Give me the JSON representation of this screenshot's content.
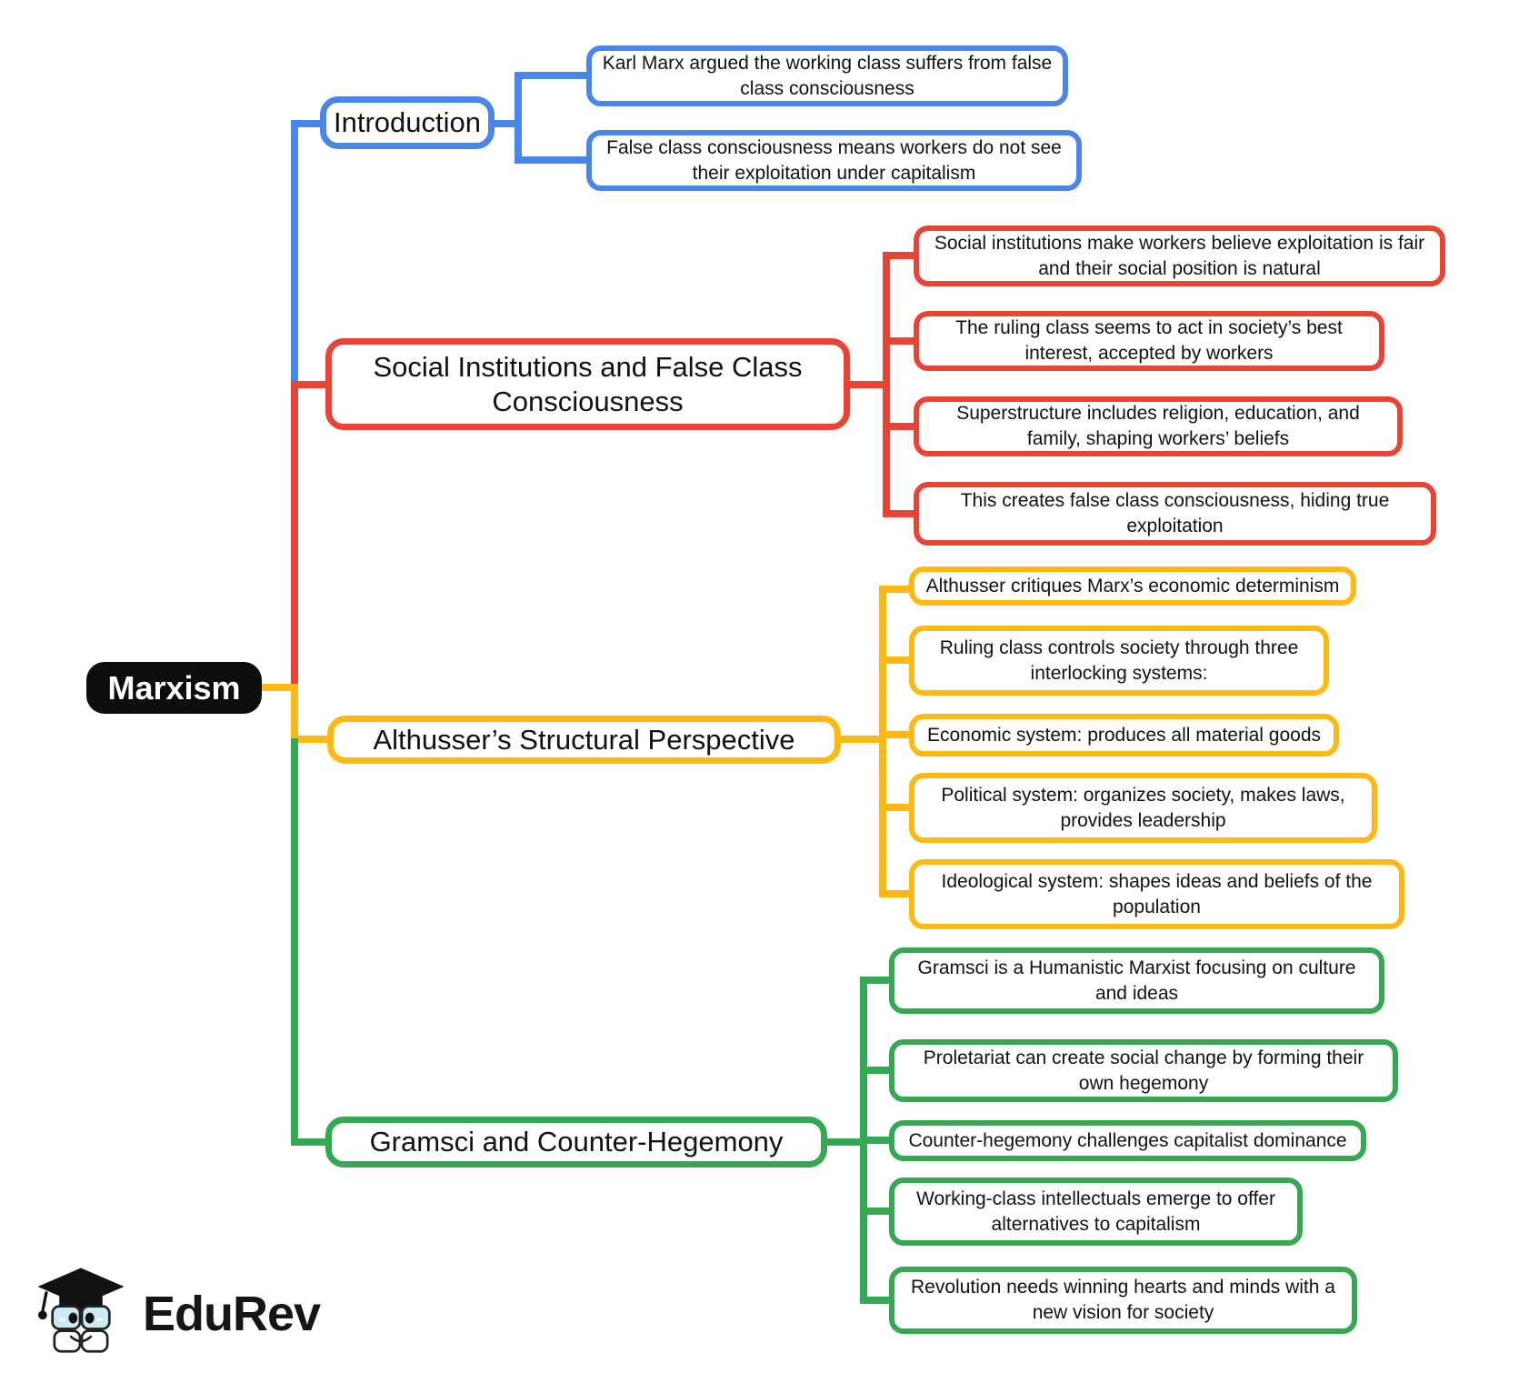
{
  "root": {
    "label": "Marxism",
    "color": "#0d0d0d",
    "text_color": "#ffffff"
  },
  "branches": [
    {
      "label": "Introduction",
      "color": "#4a86e8",
      "children": [
        "Karl Marx argued the working class suffers from false class consciousness",
        "False class consciousness means workers do not see their exploitation under capitalism"
      ]
    },
    {
      "label": "Social Institutions and False Class Consciousness",
      "color": "#e94335",
      "children": [
        "Social institutions make workers believe exploitation is fair and their social position is natural",
        "The ruling class seems to act in society’s best interest, accepted by workers",
        "Superstructure includes religion, education, and family, shaping workers’ beliefs",
        "This creates false class consciousness, hiding true exploitation"
      ]
    },
    {
      "label": "Althusser’s Structural Perspective",
      "color": "#fdb813",
      "children": [
        "Althusser critiques Marx’s economic determinism",
        "Ruling class controls society through three interlocking systems:",
        "Economic system: produces all material goods",
        "Political system: organizes society, makes laws, provides leadership",
        "Ideological system: shapes ideas and beliefs of the population"
      ]
    },
    {
      "label": "Gramsci and Counter-Hegemony",
      "color": "#34a853",
      "children": [
        "Gramsci is a Humanistic Marxist focusing on culture and ideas",
        "Proletariat can create social change by forming their own hegemony",
        "Counter-hegemony challenges capitalist dominance",
        "Working-class intellectuals emerge to offer alternatives to capitalism",
        "Revolution needs winning hearts and minds with a new vision for society"
      ]
    }
  ],
  "logo": {
    "text": "EduRev"
  }
}
